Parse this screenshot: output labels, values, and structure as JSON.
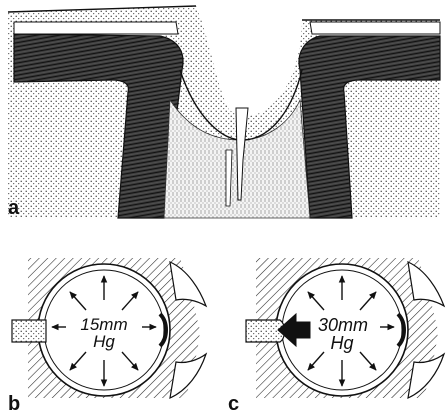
{
  "panels": {
    "a": {
      "label": "a"
    },
    "b": {
      "label": "b",
      "pressure_value": "15mm",
      "pressure_unit": "Hg"
    },
    "c": {
      "label": "c",
      "pressure_value": "30mm",
      "pressure_unit": "Hg"
    }
  },
  "colors": {
    "ink": "#111111",
    "paper": "#ffffff",
    "stipple": "#8a8a8a",
    "wall": "#2a2a2a"
  }
}
